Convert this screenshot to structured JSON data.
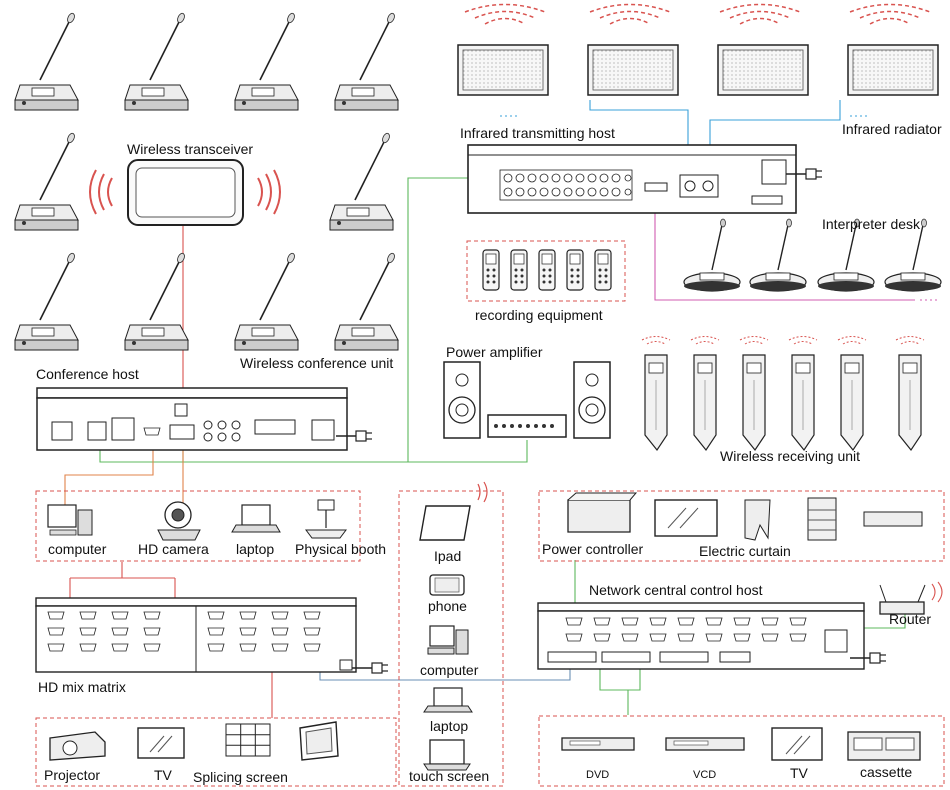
{
  "labels": {
    "wireless_transceiver": "Wireless transceiver",
    "wireless_conference_unit": "Wireless conference unit",
    "conference_host": "Conference host",
    "infrared_transmitting_host": "Infrared transmitting host",
    "infrared_radiator": "Infrared radiator",
    "interpreter_desk": "Interpreter desk",
    "recording_equipment": "recording equipment",
    "power_amplifier": "Power amplifier",
    "wireless_receiving_unit": "Wireless receiving unit",
    "computer": "computer",
    "hd_camera": "HD camera",
    "laptop": "laptop",
    "physical_booth": "Physical booth",
    "ipad": "Ipad",
    "phone": "phone",
    "computer2": "computer",
    "laptop2": "laptop",
    "touch_screen": "touch screen",
    "power_controller": "Power controller",
    "electric_curtain": "Electric curtain",
    "network_central_control_host": "Network central control host",
    "router": "Router",
    "hd_mix_matrix": "HD mix matrix",
    "projector": "Projector",
    "tv": "TV",
    "splicing_screen": "Splicing screen",
    "dvd": "DVD",
    "vcd": "VCD",
    "tv2": "TV",
    "cassette": "cassette"
  },
  "colors": {
    "red_link": "#d9534f",
    "green_link": "#5cb85c",
    "blue_link": "#3aa0d8",
    "pink_link": "#d05cb0",
    "device_stroke": "#222"
  }
}
